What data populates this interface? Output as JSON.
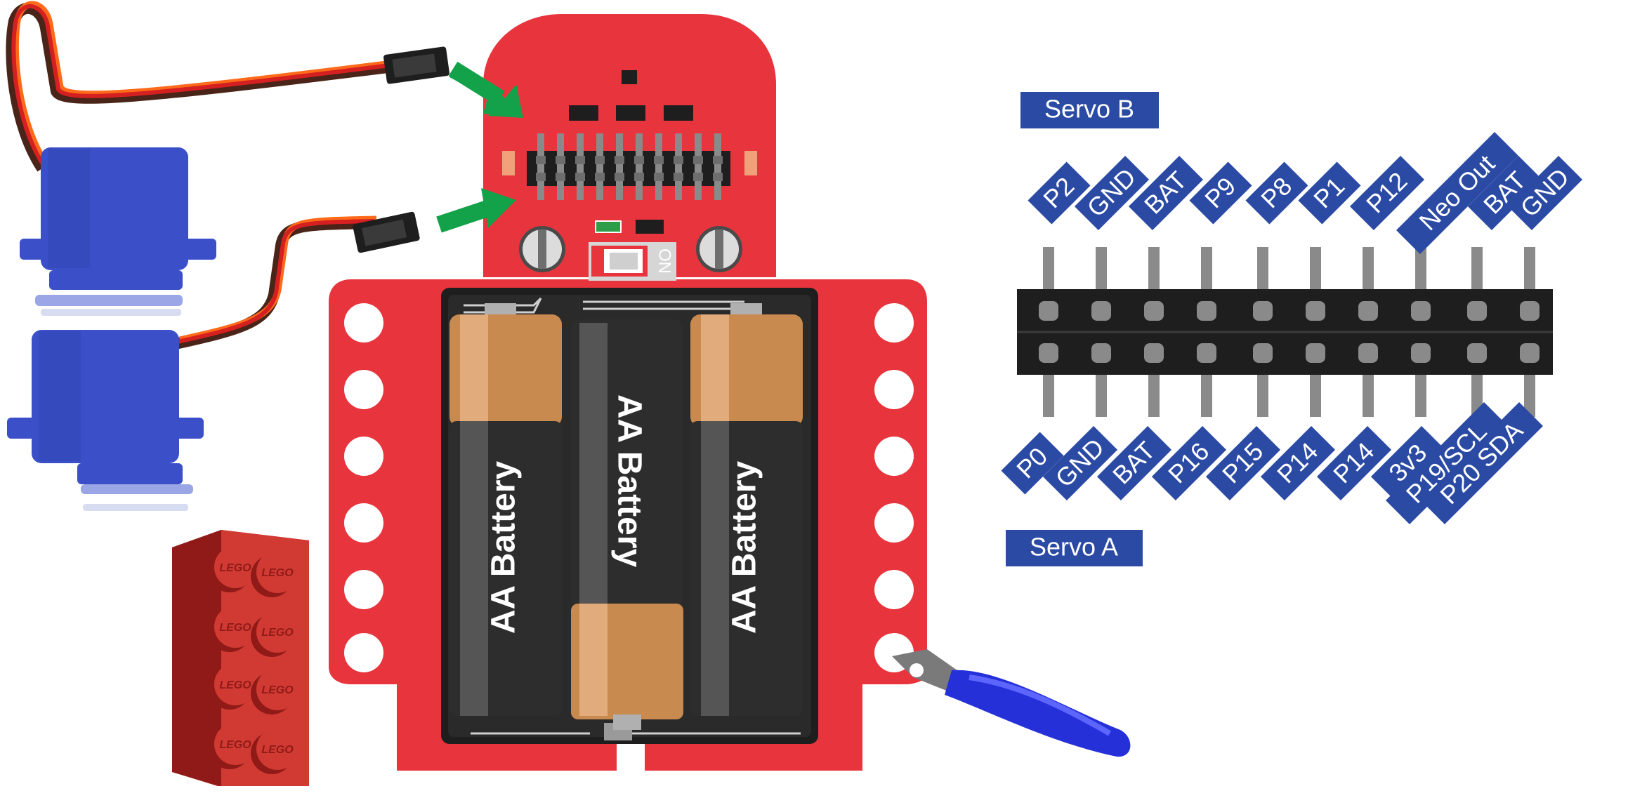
{
  "servo_labels": {
    "servo_b": "Servo B",
    "servo_a": "Servo A"
  },
  "top_pins": [
    "P2",
    "GND",
    "BAT",
    "P9",
    "P8",
    "P1",
    "P12",
    "Neo Out",
    "BAT",
    "GND"
  ],
  "bottom_pins": [
    "P0",
    "GND",
    "BAT",
    "P16",
    "P15",
    "P14",
    "P14",
    "3v3",
    "P19/SCL",
    "P20 SDA"
  ],
  "batteries": {
    "left": "AA Battery",
    "middle": "AA Battery",
    "right": "AA Battery"
  },
  "switch_label": "ON",
  "lego_stud_text": "LEGO",
  "colors": {
    "board_red": "#e8343c",
    "label_blue": "#2b4aa3",
    "servo_blue": "#3b50c8",
    "arrow_green": "#13a24a",
    "header_black": "#1e1e1e",
    "pin_gray": "#8a8a8a",
    "battery_copper": "#c98a4f",
    "battery_black": "#2a2a2a",
    "lego_red": "#c9302c",
    "clip_blue": "#2630d8"
  }
}
